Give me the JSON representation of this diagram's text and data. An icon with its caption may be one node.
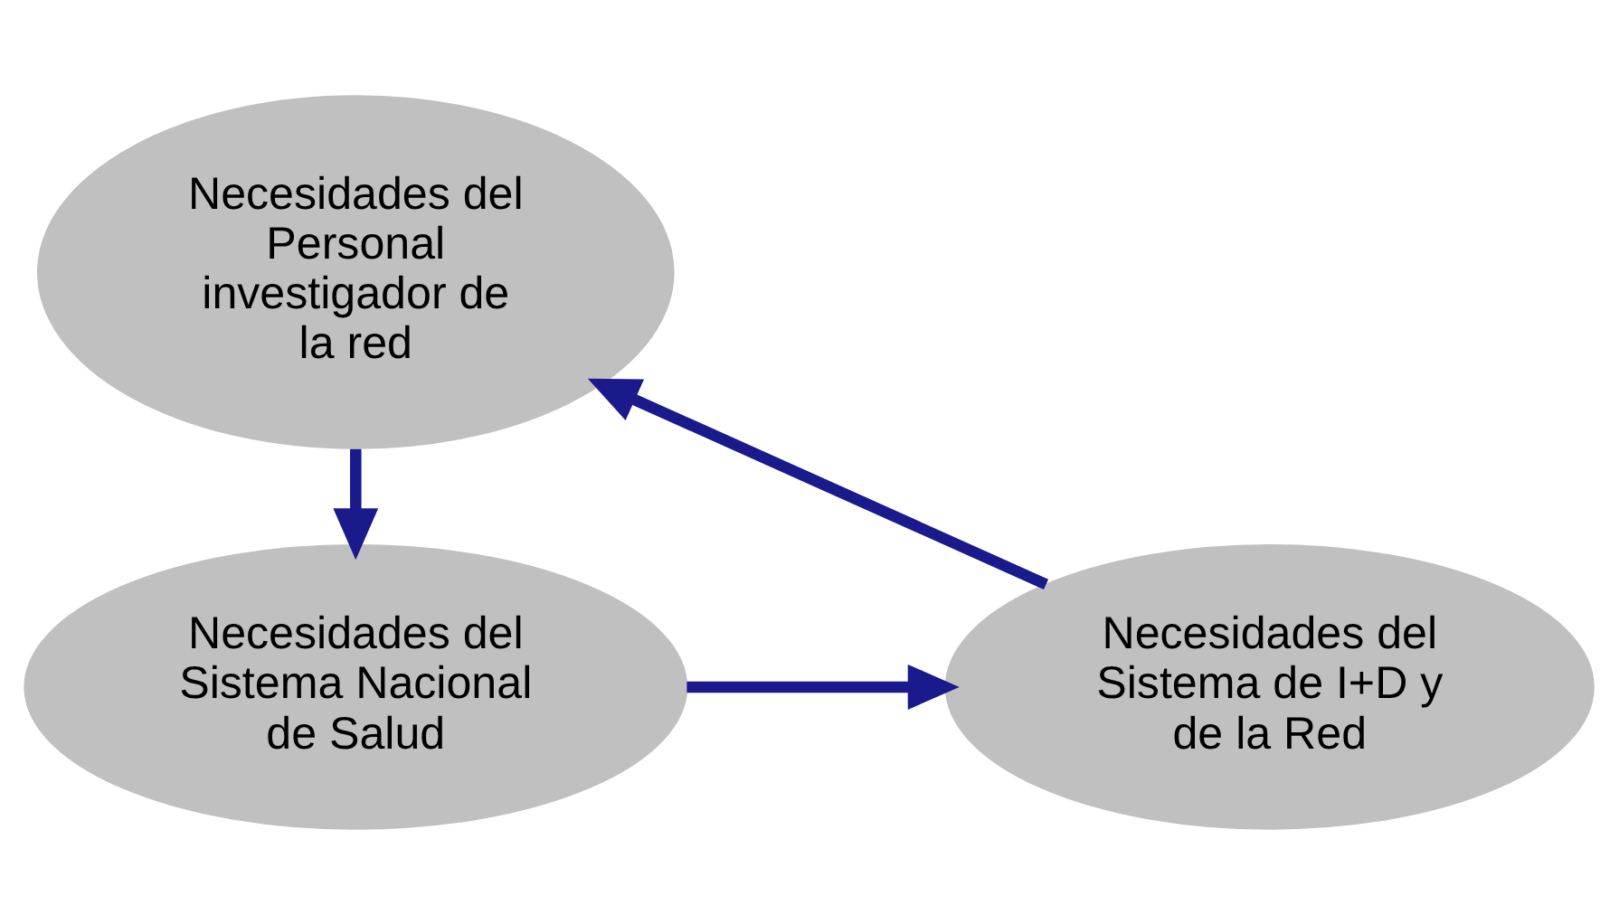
{
  "diagram": {
    "nodes": [
      {
        "text": [
          "Necesidades del Personal investigador de la red"
        ]
      },
      {
        "text": [
          "Necesidades del Sistema Nacional de Salud"
        ]
      },
      {
        "text": [
          "Necesidades del Sistema de I+D y de la Red"
        ]
      }
    ],
    "edges": [
      {
        "from": 0,
        "to": 1,
        "arrow": "to"
      },
      {
        "from": 1,
        "to": 2,
        "arrow": "to"
      },
      {
        "from": 2,
        "to": 0,
        "arrow": "to"
      }
    ]
  }
}
